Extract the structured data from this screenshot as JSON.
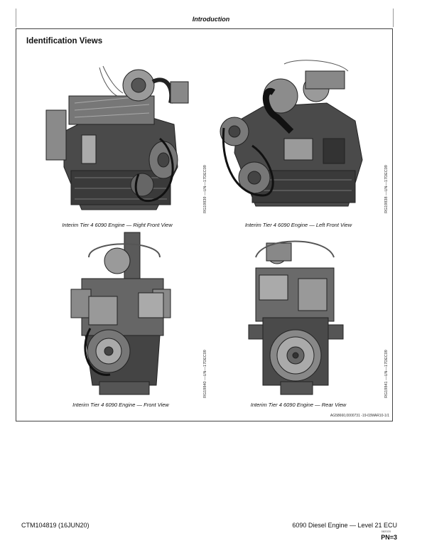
{
  "header": {
    "title": "Introduction"
  },
  "section": {
    "title": "Identification Views"
  },
  "figures": [
    {
      "caption": "Interim Tier 4 6090 Engine — Right Front View",
      "side_id": "RG19839 —UN—17DEC09"
    },
    {
      "caption": "Interim Tier 4 6090 Engine — Left Front View",
      "side_id": "RG19838 —UN—17DEC09"
    },
    {
      "caption": "Interim Tier 4 6090 Engine — Front View",
      "side_id": "RG19840 —UN—17DEC09"
    },
    {
      "caption": "Interim Tier 4 6090 Engine — Rear View",
      "side_id": "RG19841 —UN—17DEC09"
    }
  ],
  "doc_reference": "AG58660,0000731 -19-03MAR10-1/1",
  "footer": {
    "left": "CTM104819 (16JUN20)",
    "right": "6090 Diesel Engine — Level 21 ECU",
    "small": "082020",
    "page": "PN=3"
  }
}
